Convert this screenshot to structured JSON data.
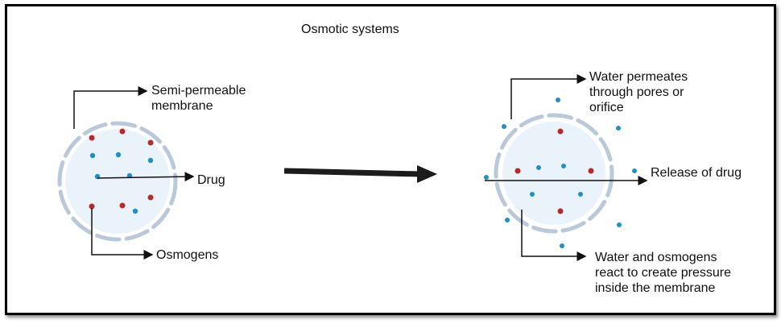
{
  "title": "Osmotic systems",
  "left": {
    "membrane_label": [
      "Semi-permeable",
      "membrane"
    ],
    "drug_label": "Drug",
    "osmogens_label": "Osmogens"
  },
  "right": {
    "water_label": [
      "Water permeates",
      "through pores or",
      "orifice"
    ],
    "release_label": "Release of drug",
    "reaction_label": [
      "Water and osmogens",
      "react to create pressure",
      "inside the membrane"
    ]
  },
  "colors": {
    "membrane": "#b9c9da",
    "fill": "#eaf2fa",
    "drug_dot": "#1e90c8",
    "osmogen_dot": "#b52b2b",
    "arrow": "#111111"
  }
}
